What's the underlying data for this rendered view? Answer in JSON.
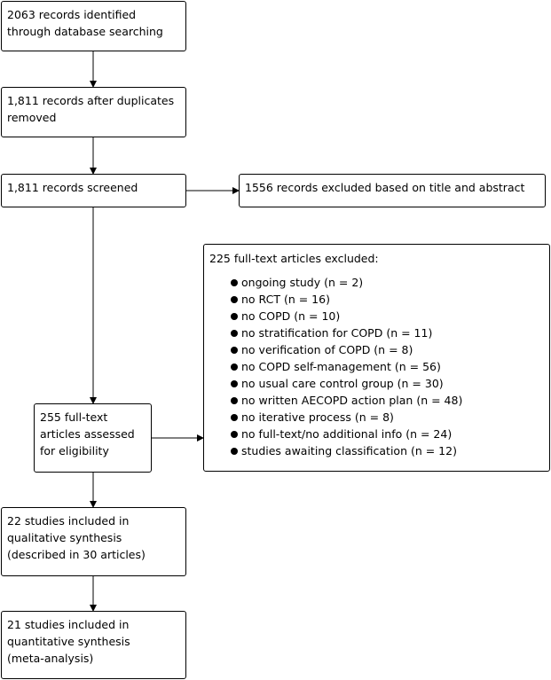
{
  "boxes": {
    "identified": [
      "2063 records identified",
      "through database searching"
    ],
    "after_duplicates": [
      "1,811 records after duplicates",
      "removed"
    ],
    "screened": [
      "1,811 records screened"
    ],
    "excluded_title": [
      "1556 records excluded based on title and abstract"
    ],
    "assessed": [
      "255 full-text",
      "articles assessed",
      "for eligibility"
    ],
    "qualitative": [
      "22 studies included in",
      "qualitative synthesis",
      "(described in 30 articles)"
    ],
    "quantitative": [
      "21 studies included in",
      "quantitative synthesis",
      "(meta-analysis)"
    ]
  },
  "fulltext_excluded": {
    "title": "225 full-text articles excluded:",
    "reasons": [
      "ongoing study (n = 2)",
      "no RCT (n = 16)",
      "no COPD (n = 10)",
      "no stratification for COPD (n = 11)",
      "no verification of COPD (n = 8)",
      "no COPD self-management (n = 56)",
      "no usual care control group (n = 30)",
      "no written AECOPD action plan (n = 48)",
      "no iterative process (n = 8)",
      "no full-text/no additional info (n = 24)",
      "studies awaiting classification (n = 12)"
    ]
  }
}
